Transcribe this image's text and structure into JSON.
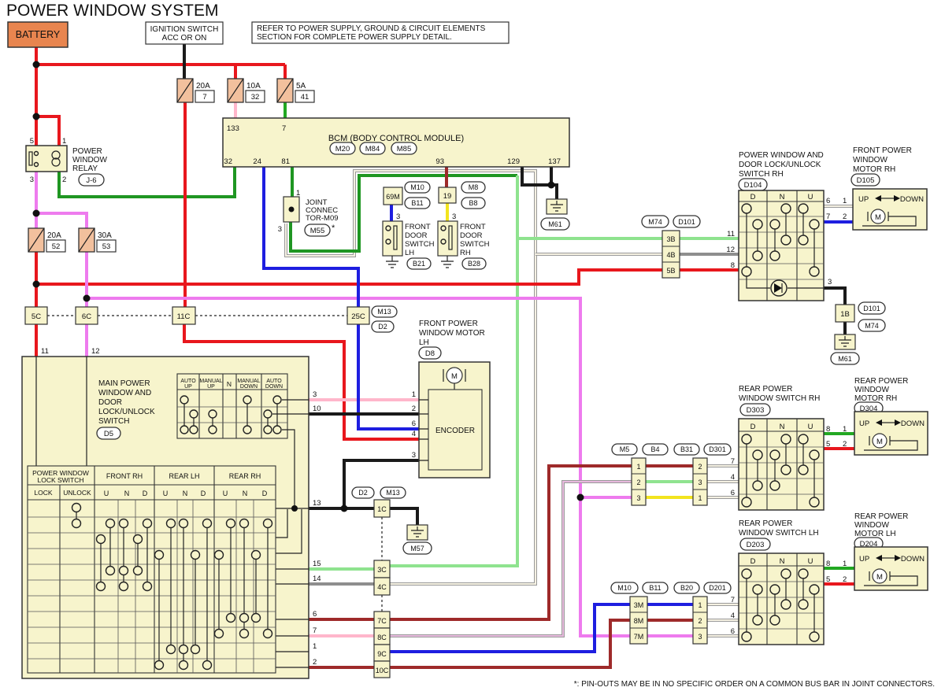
{
  "title": "POWER WINDOW SYSTEM",
  "top": {
    "battery": "BATTERY",
    "ignition1": "IGNITION SWITCH",
    "ignition2": "ACC OR ON",
    "note1": "REFER TO POWER SUPPLY, GROUND & CIRCUIT ELEMENTS",
    "note2": "SECTION FOR COMPLETE POWER SUPPLY DETAIL."
  },
  "fuses": {
    "f7a": "20A",
    "f7n": "7",
    "f32a": "10A",
    "f32n": "32",
    "f41a": "5A",
    "f41n": "41",
    "f52a": "20A",
    "f52n": "52",
    "f53a": "30A",
    "f53n": "53"
  },
  "bcm": {
    "title": "BCM (BODY CONTROL MODULE)",
    "m20": "M20",
    "m84": "M84",
    "m85": "M85",
    "p133": "133",
    "p7": "7",
    "p32": "32",
    "p24": "24",
    "p81": "81",
    "p93": "93",
    "p129": "129",
    "p137": "137"
  },
  "relay": {
    "l1": "POWER",
    "l2": "WINDOW",
    "l3": "RELAY",
    "ref": "J-6",
    "p5": "5",
    "p1": "1",
    "p3": "3",
    "p2": "2"
  },
  "joint": {
    "p1": "1",
    "l1": "JOINT",
    "l2": "CONNEC",
    "l3": "TOR-M09",
    "p3": "3",
    "ref": "M55",
    "star": "*"
  },
  "door_lh": {
    "conn": "69M",
    "m10": "M10",
    "b11": "B11",
    "p3": "3",
    "l1": "FRONT",
    "l2": "DOOR",
    "l3": "SWITCH",
    "l4": "LH",
    "ref": "B21"
  },
  "door_rh": {
    "conn": "19",
    "m8": "M8",
    "b8": "B8",
    "p3": "3",
    "l1": "FRONT",
    "l2": "DOOR",
    "l3": "SWITCH",
    "l4": "RH",
    "ref": "B28"
  },
  "grounds": {
    "m61L": "M61",
    "m57": "M57",
    "m61R": "M61"
  },
  "crow": {
    "c5": "5C",
    "c6": "6C",
    "c11": "11C",
    "c25": "25C",
    "m13": "M13",
    "d2": "D2"
  },
  "ccol": {
    "d2": "D2",
    "m13": "M13",
    "c1": "1C",
    "c3": "3C",
    "c4": "4C",
    "c7": "7C",
    "c8": "8C",
    "c9": "9C",
    "c10": "10C"
  },
  "main": {
    "p11": "11",
    "p12": "12",
    "t1": "MAIN POWER",
    "t2": "WINDOW AND",
    "t3": "DOOR",
    "t4": "LOCK/UNLOCK",
    "t5": "SWITCH",
    "ref": "D5",
    "h1a": "AUTO",
    "h1b": "UP",
    "h2a": "MANUAL",
    "h2b": "UP",
    "h3": "N",
    "h4a": "MANUAL",
    "h4b": "DOWN",
    "h5a": "AUTO",
    "h5b": "DOWN",
    "p3": "3",
    "p10": "10",
    "p13": "13",
    "p15": "15",
    "p14": "14",
    "p6": "6",
    "p7": "7",
    "p1": "1",
    "p2": "2"
  },
  "lock": {
    "t1": "POWER WINDOW",
    "t2": "LOCK SWITCH",
    "lock": "LOCK",
    "unlock": "UNLOCK",
    "g1": "FRONT RH",
    "g2": "REAR LH",
    "g3": "REAR RH",
    "u": "U",
    "n": "N",
    "d": "D"
  },
  "fmlh": {
    "t1": "FRONT POWER",
    "t2": "WINDOW MOTOR",
    "t3": "LH",
    "ref": "D8",
    "m": "M",
    "enc": "ENCODER",
    "p1": "1",
    "p2": "2",
    "p6": "6",
    "p4": "4",
    "p3": "3"
  },
  "bconn": {
    "m74": "M74",
    "d101": "D101",
    "b3": "3B",
    "b4": "4B",
    "b5": "5B"
  },
  "swrh": {
    "t1": "POWER WINDOW AND",
    "t2": "DOOR LOCK/UNLOCK",
    "t3": "SWITCH RH",
    "ref": "D104",
    "d": "D",
    "n": "N",
    "u": "U",
    "p11": "11",
    "p12": "12",
    "p8": "8",
    "p6": "6",
    "p1": "1",
    "p7": "7",
    "p2": "2",
    "p3": "3"
  },
  "fmrh": {
    "t1": "FRONT POWER",
    "t2": "WINDOW",
    "t3": "MOTOR RH",
    "ref": "D105",
    "up": "UP",
    "down": "DOWN",
    "m": "M"
  },
  "gb": {
    "c1b": "1B",
    "d101": "D101",
    "m74": "M74",
    "m61": "M61"
  },
  "jrh": {
    "m5": "M5",
    "b4": "B4",
    "b31": "B31",
    "d301": "D301",
    "a1": "1",
    "a2": "2",
    "a3": "3",
    "b1": "2",
    "b2": "3",
    "b3": "1",
    "p7": "7",
    "p4": "4",
    "p6": "6"
  },
  "rsrh": {
    "t1": "REAR POWER",
    "t2": "WINDOW SWITCH RH",
    "ref": "D303",
    "d": "D",
    "n": "N",
    "u": "U",
    "p8": "8",
    "p1": "1",
    "p5": "5",
    "p2": "2"
  },
  "rmrh": {
    "t1": "REAR POWER",
    "t2": "WINDOW",
    "t3": "MOTOR RH",
    "ref": "D304",
    "up": "UP",
    "down": "DOWN",
    "m": "M"
  },
  "jlh": {
    "m10": "M10",
    "b11": "B11",
    "b20": "B20",
    "d201": "D201",
    "a1": "3M",
    "a2": "8M",
    "a3": "7M",
    "b1": "1",
    "b2": "2",
    "b3": "3",
    "p7": "7",
    "p4": "4",
    "p6": "6"
  },
  "rslh": {
    "t1": "REAR POWER",
    "t2": "WINDOW SWITCH LH",
    "ref": "D203",
    "d": "D",
    "n": "N",
    "u": "U",
    "p8": "8",
    "p1": "1",
    "p5": "5",
    "p2": "2"
  },
  "rmlh": {
    "t1": "REAR POWER",
    "t2": "WINDOW",
    "t3": "MOTOR LH",
    "ref": "D204",
    "up": "UP",
    "down": "DOWN",
    "m": "M"
  },
  "footnote": "*: PIN-OUTS MAY BE IN NO SPECIFIC ORDER ON A COMMON BUS BAR IN JOINT CONNECTORS.",
  "colors": {
    "red": "#e8171d",
    "green": "#1f9622",
    "light_green": "#8fe38f",
    "motor_green": "#22a822",
    "blue": "#1e1ee0",
    "violet": "#ee7bee",
    "pink": "#ffb6cb",
    "pale_pink": "#e7b9dd",
    "maroon": "#9e2a2a",
    "yellow": "#f2e41e",
    "gray": "#8e8e8e",
    "white_wire": "#f4f0e2",
    "black": "#1a1a1a",
    "box_fill": "#f7f4cc",
    "fuse_fill": "#f2c09d",
    "battery_fill": "#e8854f"
  }
}
